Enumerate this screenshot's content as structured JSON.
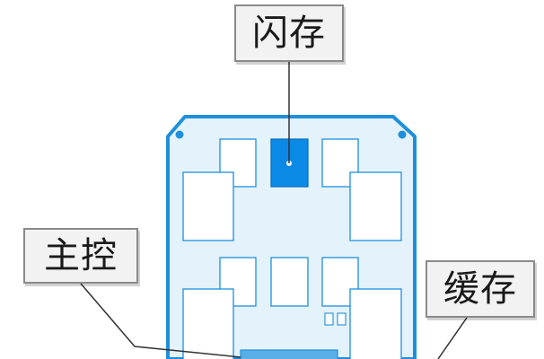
{
  "labels": {
    "flash": "闪存",
    "controller": "主控",
    "cache": "缓存"
  },
  "colors": {
    "board_outline": "#1e8fdc",
    "board_fill": "#e4f2fb",
    "chip_highlight": "#0a8ae6",
    "leader_line": "#333333",
    "callout_bg": "#f2f2f2",
    "callout_border": "#8a8a8a"
  }
}
